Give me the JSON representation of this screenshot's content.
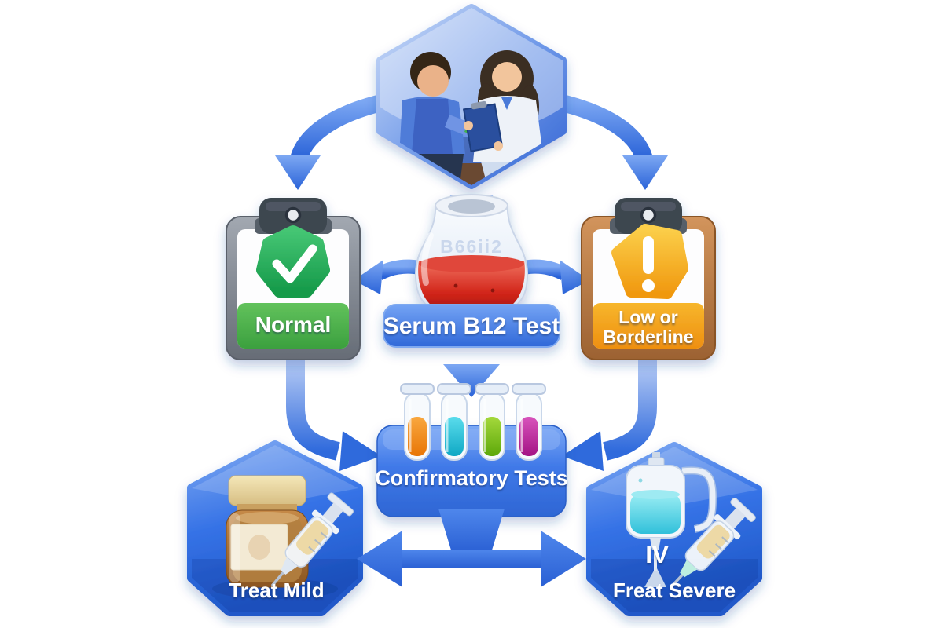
{
  "flowchart": {
    "consultation": {
      "icon": "doctor-patient-illustration"
    },
    "serum_test": {
      "label": "Serum B12 Test",
      "flask_text": "B66ii2",
      "icon": "flask-icon"
    },
    "outcome_normal": {
      "label": "Normal",
      "icon": "checkmark-icon"
    },
    "outcome_low": {
      "label_line1": "Low or",
      "label_line2": "Borderline",
      "icon": "exclamation-icon"
    },
    "confirmatory": {
      "label": "Confirmatory Tests",
      "icon": "test-tubes-icon"
    },
    "treat_mild": {
      "label": "Treat Mild",
      "icons": [
        "pill-bottle-icon",
        "syringe-icon"
      ]
    },
    "treat_severe": {
      "label": "Freat Severe",
      "iv_text": "IV",
      "icons": [
        "iv-bag-icon",
        "syringe-icon"
      ]
    },
    "colors": {
      "arrow_blue": "#2f6cdb",
      "node_blue_light": "#7da8f3",
      "node_blue_dark": "#2059c9",
      "normal_green": "#3ba03e",
      "badge_green": "#169a4a",
      "alert_orange": "#ee8f10",
      "clipboard_gray": "#666c76",
      "clipboard_brown": "#9c6232",
      "flask_liquid_red": "#d2261b",
      "tube_orange": "#e87606",
      "tube_cyan": "#0fa8c4",
      "tube_green": "#5da80a",
      "tube_magenta": "#a31384",
      "iv_liquid_cyan": "#30c0da",
      "bottle_amber": "#8a5522"
    }
  }
}
